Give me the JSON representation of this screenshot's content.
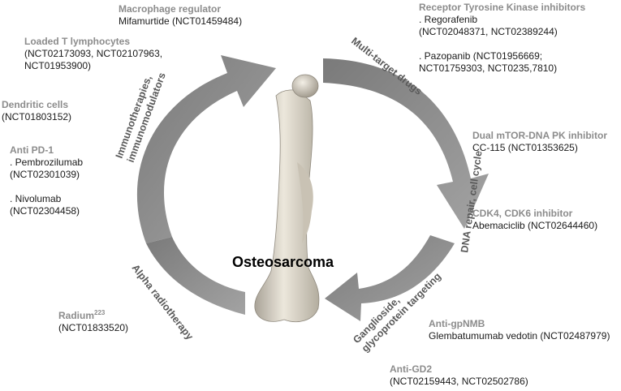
{
  "center_label": "Osteosarcoma",
  "colors": {
    "arrow": "#8a8a8a",
    "arrow_dark": "#6e6e6e",
    "heading": "#8c8c8c",
    "bone": "#d9d4c9"
  },
  "icons": [
    "bone-image",
    "curved-arrow-icon"
  ],
  "categories": [
    {
      "id": "immunotherapies",
      "label_lines": [
        "Immunotherapies,",
        "immunomodulators"
      ]
    },
    {
      "id": "multi-target",
      "label_lines": [
        "Multi-target drugs"
      ]
    },
    {
      "id": "dna-repair",
      "label_lines": [
        "DNA repair, cell cycle"
      ]
    },
    {
      "id": "ganglioside",
      "label_lines": [
        "Ganglioside,",
        "glycoprotein targeting"
      ]
    },
    {
      "id": "alpha",
      "label_lines": [
        "Alpha radiotherapy"
      ]
    }
  ],
  "drugs": {
    "macrophage": {
      "heading": "Macrophage regulator",
      "lines": [
        "Mifamurtide (NCT01459484)"
      ]
    },
    "loaded_t": {
      "heading": "Loaded T lymphocytes",
      "lines": [
        "(NCT02173093,  NCT02107963,",
        " NCT01953900)"
      ]
    },
    "dendritic": {
      "heading": "Dendritic cells",
      "lines": [
        "(NCT01803152)"
      ]
    },
    "anti_pd1": {
      "heading": "Anti PD-1",
      "lines_a": [
        ". Pembrozilumab",
        "(NCT02301039)"
      ],
      "lines_b": [
        ". Nivolumab",
        "(NCT02304458)"
      ]
    },
    "radium": {
      "heading": "Radium",
      "heading_sup": "223",
      "lines": [
        "(NCT01833520)"
      ]
    },
    "rtk": {
      "heading": "Receptor Tyrosine Kinase inhibitors",
      "lines_a": [
        " .  Regorafenib",
        "(NCT02048371, NCT02389244)"
      ],
      "lines_b": [
        ". Pazopanib (NCT01956669;",
        "NCT01759303, NCT0235,7810)"
      ]
    },
    "mtor": {
      "heading": "Dual mTOR-DNA PK inhibitor",
      "lines": [
        "CC-115 (NCT01353625)"
      ]
    },
    "cdk": {
      "heading": "CDK4, CDK6 inhibitor",
      "lines": [
        "Abemaciclib (NCT02644460)"
      ]
    },
    "gpnmb": {
      "heading": "Anti-gpNMB",
      "lines": [
        "Glembatumumab vedotin (NCT02487979)"
      ]
    },
    "gd2": {
      "heading": "Anti-GD2",
      "lines": [
        " (NCT02159443, NCT02502786)"
      ]
    }
  }
}
